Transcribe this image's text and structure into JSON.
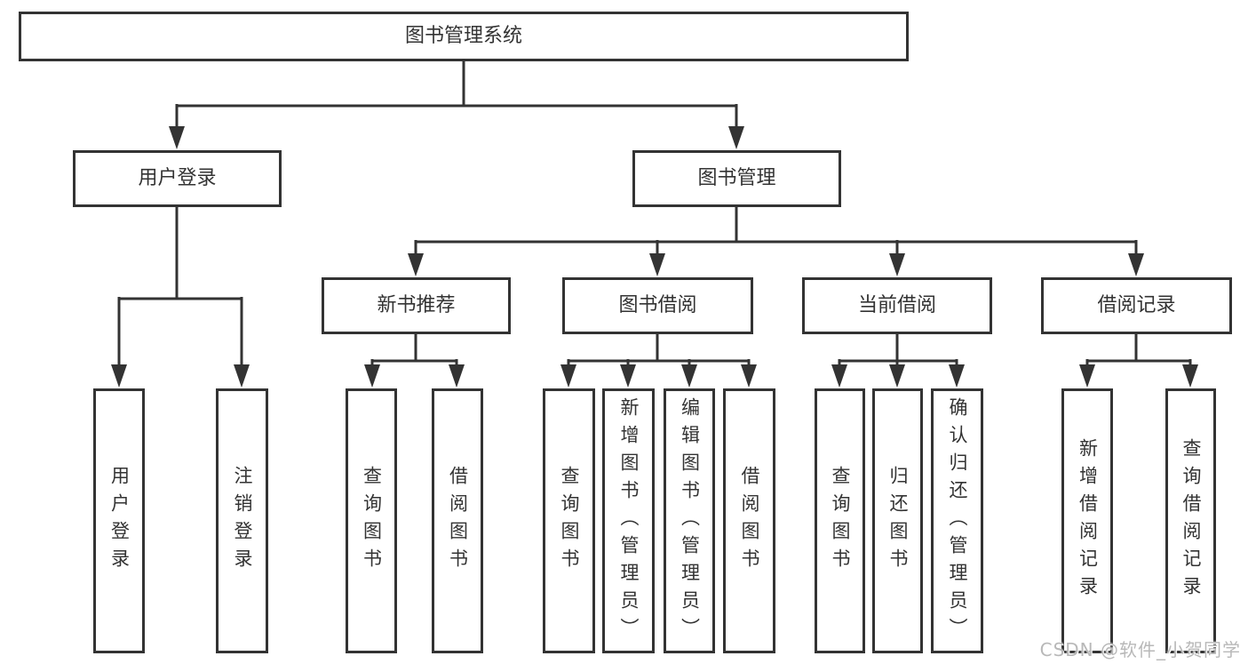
{
  "diagram": {
    "root": "图书管理系统",
    "level2": {
      "user_login": "用户登录",
      "book_management": "图书管理"
    },
    "level3": {
      "new_book_recommendation": "新书推荐",
      "book_borrowing": "图书借阅",
      "current_borrowing": "当前借阅",
      "borrowing_records": "借阅记录"
    },
    "leaves": {
      "user_login": "用户登录",
      "logout": "注销登录",
      "query_books_a": "查询图书",
      "borrow_books_a": "借阅图书",
      "query_books_b": "查询图书",
      "add_books_admin": "新增图书（管理员）",
      "edit_books_admin": "编辑图书（管理员）",
      "borrow_books_b": "借阅图书",
      "query_books_c": "查询图书",
      "return_books": "归还图书",
      "confirm_return_admin": "确认归还（管理员）",
      "add_borrow_record": "新增借阅记录",
      "query_borrow_record": "查询借阅记录"
    }
  },
  "watermark": {
    "text": "CSDN @软件_小贺同学"
  },
  "colors": {
    "line": "#333333",
    "box_border": "#333333",
    "text": "#333333",
    "watermark": "#b8b8b8",
    "background": "#ffffff"
  }
}
